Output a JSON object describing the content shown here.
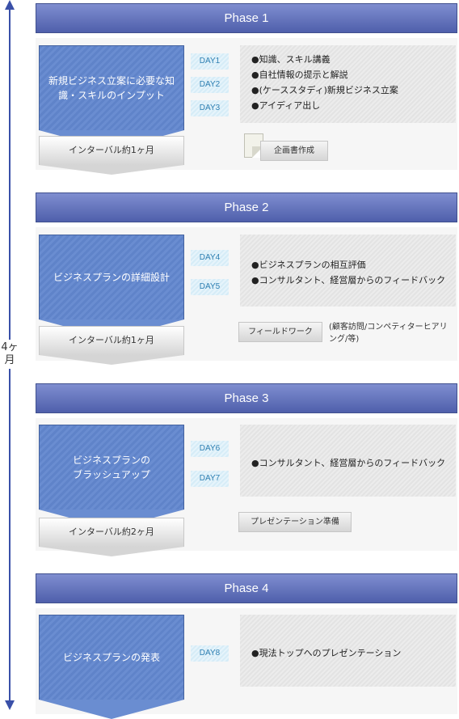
{
  "timeline": {
    "label": "4ヶ月"
  },
  "phases": [
    {
      "title": "Phase 1",
      "main_label": "新規ビジネス立案に必要な知識・スキルのインプット",
      "days": [
        "DAY1",
        "DAY2",
        "DAY3"
      ],
      "content": [
        "●知識、スキル講義",
        "●自社情報の提示と解説",
        "●(ケーススタディ)新規ビジネス立案",
        "●アイディア出し"
      ],
      "interval": "インターバル約1ヶ月",
      "task": "企画書作成"
    },
    {
      "title": "Phase 2",
      "main_label": "ビジネスプランの詳細設計",
      "days": [
        "DAY4",
        "DAY5"
      ],
      "content": [
        "●ビジネスプランの相互評価",
        "●コンサルタント、経営層からのフィードバック"
      ],
      "interval": "インターバル約1ヶ月",
      "task": "フィールドワーク",
      "task_note": "(顧客訪問/コンペティターヒアリング/等)"
    },
    {
      "title": "Phase 3",
      "main_label": "ビジネスプランのブラッシュアップ",
      "days": [
        "DAY6",
        "DAY7"
      ],
      "content": [
        "●コンサルタント、経営層からのフィードバック"
      ],
      "interval": "インターバル約2ヶ月",
      "task": "プレゼンテーション準備"
    },
    {
      "title": "Phase 4",
      "main_label": "ビジネスプランの発表",
      "days": [
        "DAY8"
      ],
      "content": [
        "●現法トップへのプレゼンテーション"
      ]
    }
  ]
}
